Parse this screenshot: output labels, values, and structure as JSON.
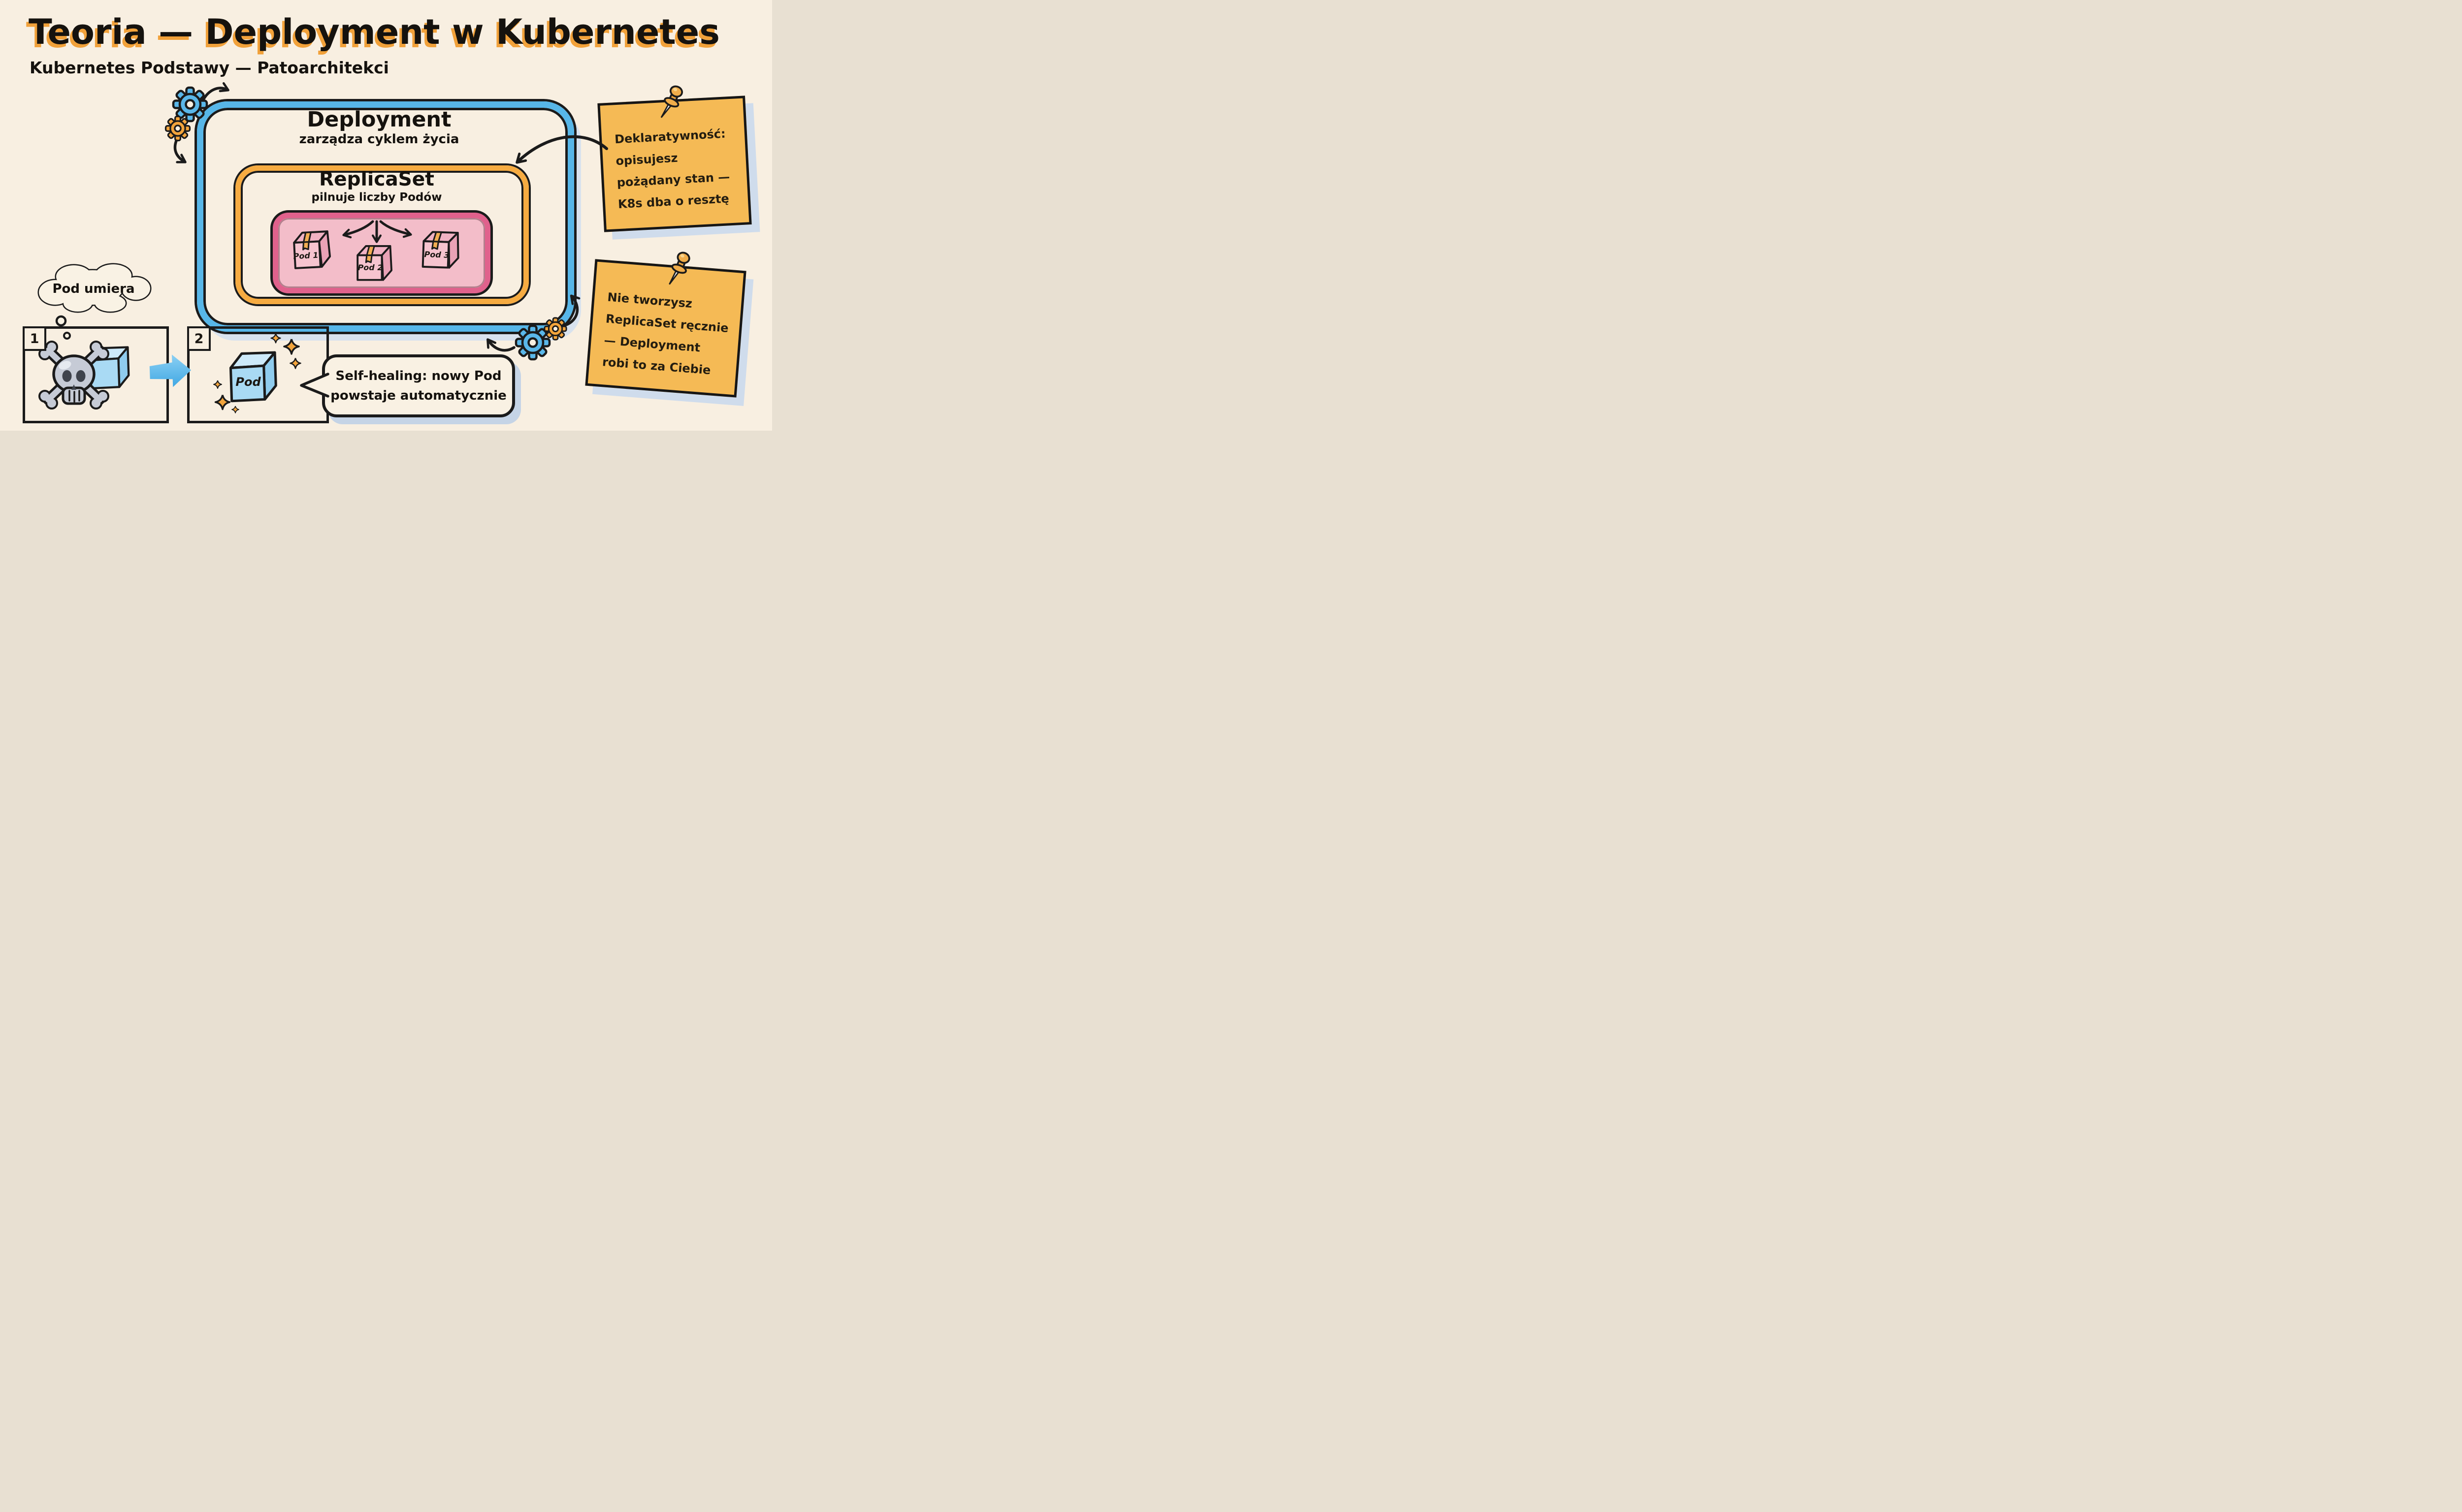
{
  "header": {
    "title": "Teoria — Deployment w Kubernetes",
    "subtitle": "Kubernetes Podstawy — Patoarchitekci"
  },
  "architecture": {
    "deployment": {
      "name": "Deployment",
      "caption": "zarządza cyklem życia"
    },
    "replicaset": {
      "name": "ReplicaSet",
      "caption": "pilnuje liczby Podów"
    },
    "pods": [
      "Pod 1",
      "Pod 2",
      "Pod 3"
    ]
  },
  "sticky_notes": [
    {
      "lines": [
        "Deklaratywność:",
        "opisujesz",
        "pożądany stan —",
        "K8s dba o resztę"
      ]
    },
    {
      "lines": [
        "Nie tworzysz",
        "ReplicaSet ręcznie",
        "— Deployment",
        "robi to za Ciebie"
      ]
    }
  ],
  "comic": {
    "thought_bubble": "Pod umiera",
    "panel_1_number": "1",
    "panel_2_number": "2",
    "new_pod_label": "Pod",
    "speech_lines": [
      "Self-healing: nowy Pod",
      "powstaje automatycznie"
    ]
  },
  "icons": [
    "gear-icon",
    "pushpin-icon",
    "skull-crossbones-icon",
    "pod-box-icon",
    "cube-icon",
    "sparkle-icon",
    "curved-arrow-icon",
    "thought-bubble",
    "speech-bubble"
  ],
  "colors": {
    "background": "#f8efe1",
    "ink": "#1b1b1b",
    "title_shadow_orange": "#f1a13a",
    "deployment_blue": "#57b6e8",
    "replicaset_orange": "#f6ab41",
    "pod_ring_pink": "#e0618c",
    "pod_fill_pink": "#f3bdc9",
    "sticky_note": "#f5ba55",
    "pin_orange": "#e8a23f",
    "cube_blue": "#a9daf4",
    "skull_gray": "#c6cbd6",
    "shadow_blue": "#cfdcec"
  }
}
